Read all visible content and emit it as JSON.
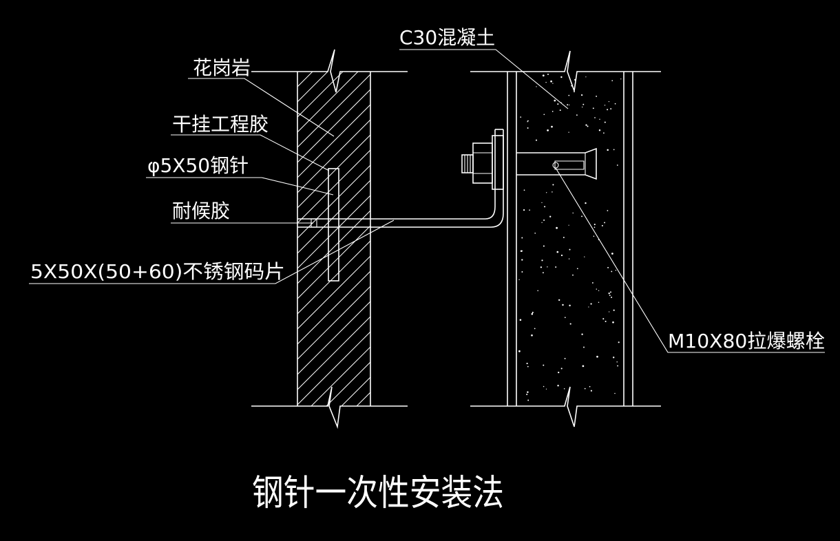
{
  "labels": {
    "concrete": "C30混凝土",
    "granite": "花岗岩",
    "glue": "干挂工程胶",
    "pin": "φ5X50钢针",
    "sealant": "耐候胶",
    "bracket": "5X50X(50+60)不锈钢码片",
    "bolt": "M10X80拉爆螺栓"
  },
  "title": "钢针一次性安装法",
  "colors": {
    "background": "#000000",
    "line": "#ffffff"
  }
}
